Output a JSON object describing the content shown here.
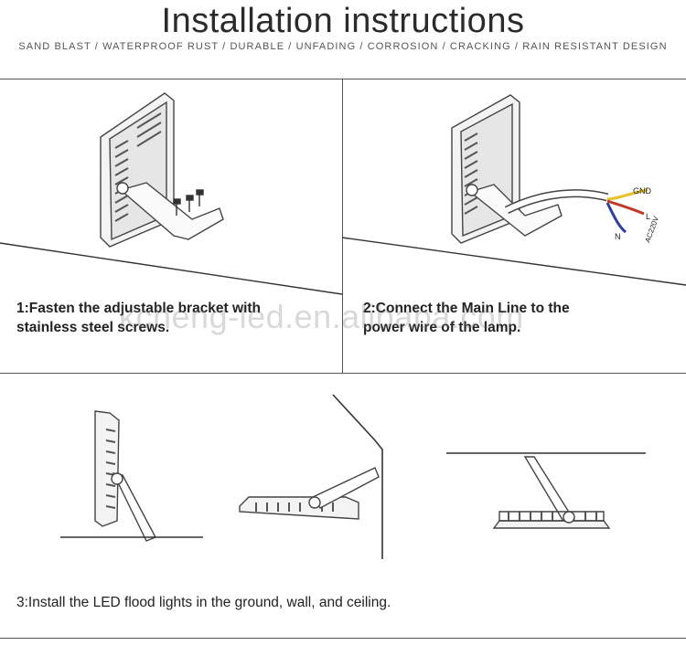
{
  "header": {
    "title": "Installation instructions",
    "subtitle": "SAND BLAST / WATERPROOF RUST / DURABLE / UNFADING / CORROSION / CRACKING / RAIN RESISTANT DESIGN"
  },
  "steps": [
    {
      "line1": "1:Fasten the adjustable bracket with",
      "line2": "stainless steel screws."
    },
    {
      "line1": "2:Connect the Main Line to the",
      "line2": "power wire of the lamp."
    },
    {
      "line1": "3:Install the LED flood lights in the ground, wall, and ceiling."
    }
  ],
  "wires": {
    "gnd": "GND",
    "l": "L",
    "n": "N",
    "voltage": "AC220V"
  },
  "watermark": "kcheng-led.en.alibaba.com",
  "colors": {
    "gnd_wire": "#e8c22a",
    "l_wire": "#c0392b",
    "n_wire": "#2c3e9e",
    "line": "#444444"
  }
}
